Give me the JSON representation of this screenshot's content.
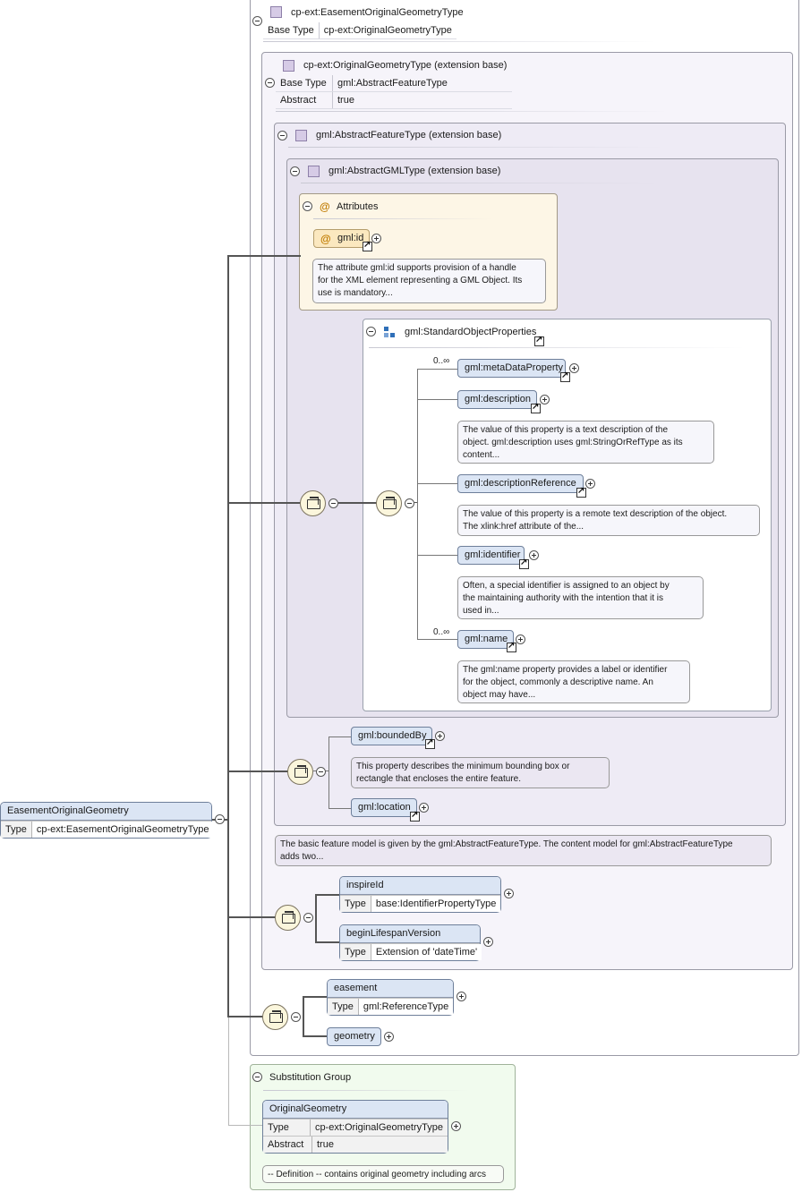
{
  "root_element": {
    "name": "EasementOriginalGeometry",
    "type_label": "Type",
    "type_value": "cp-ext:EasementOriginalGeometryType"
  },
  "complex_type": {
    "name": "cp-ext:EasementOriginalGeometryType",
    "props": [
      {
        "k": "Base Type",
        "v": "cp-ext:OriginalGeometryType"
      }
    ]
  },
  "base1": {
    "title": "cp-ext:OriginalGeometryType (extension base)",
    "props": [
      {
        "k": "Base Type",
        "v": "gml:AbstractFeatureType"
      },
      {
        "k": "Abstract",
        "v": "true"
      }
    ]
  },
  "base2": {
    "title": "gml:AbstractFeatureType (extension base)"
  },
  "base3": {
    "title": "gml:AbstractGMLType (extension base)"
  },
  "attributes": {
    "title": "Attributes",
    "item": "gml:id",
    "doc": [
      "The attribute gml:id supports provision of a handle",
      "for the XML element representing a GML Object. Its",
      "use is mandatory..."
    ]
  },
  "standard_props": {
    "title": "gml:StandardObjectProperties",
    "items": [
      {
        "name": "gml:metaDataProperty",
        "occurs": "0..∞"
      },
      {
        "name": "gml:description",
        "doc": [
          "The value of this property is a text description of the",
          "object. gml:description uses gml:StringOrRefType as its",
          "content..."
        ]
      },
      {
        "name": "gml:descriptionReference",
        "doc": [
          "The value of this property is a remote text description of the object.",
          "The xlink:href attribute of the..."
        ]
      },
      {
        "name": "gml:identifier",
        "doc": [
          "Often, a special identifier is assigned to an object by",
          "the maintaining authority with the intention that it is",
          "used in..."
        ]
      },
      {
        "name": "gml:name",
        "occurs": "0..∞",
        "doc": [
          "The gml:name property provides a label or identifier",
          "for the object, commonly a descriptive name. An",
          "object may have..."
        ]
      }
    ]
  },
  "feature_seq": {
    "items": [
      {
        "name": "gml:boundedBy",
        "doc": [
          "This property describes the minimum bounding box or",
          "rectangle that encloses the entire feature."
        ]
      },
      {
        "name": "gml:location"
      }
    ],
    "doc": [
      "The basic feature model is given by the gml:AbstractFeatureType. The content model for gml:AbstractFeatureType",
      "adds two..."
    ]
  },
  "orig_seq": {
    "items": [
      {
        "name": "inspireId",
        "k": "Type",
        "v": "base:IdentifierPropertyType"
      },
      {
        "name": "beginLifespanVersion",
        "k": "Type",
        "v": "Extension of 'dateTime'"
      }
    ]
  },
  "easement_seq": {
    "items": [
      {
        "name": "easement",
        "k": "Type",
        "v": "gml:ReferenceType"
      },
      {
        "name": "geometry"
      }
    ]
  },
  "substitution": {
    "title": "Substitution Group",
    "element": "OriginalGeometry",
    "props": [
      {
        "k": "Type",
        "v": "cp-ext:OriginalGeometryType"
      },
      {
        "k": "Abstract",
        "v": "true"
      }
    ],
    "doc": "-- Definition -- contains original geometry including arcs"
  }
}
